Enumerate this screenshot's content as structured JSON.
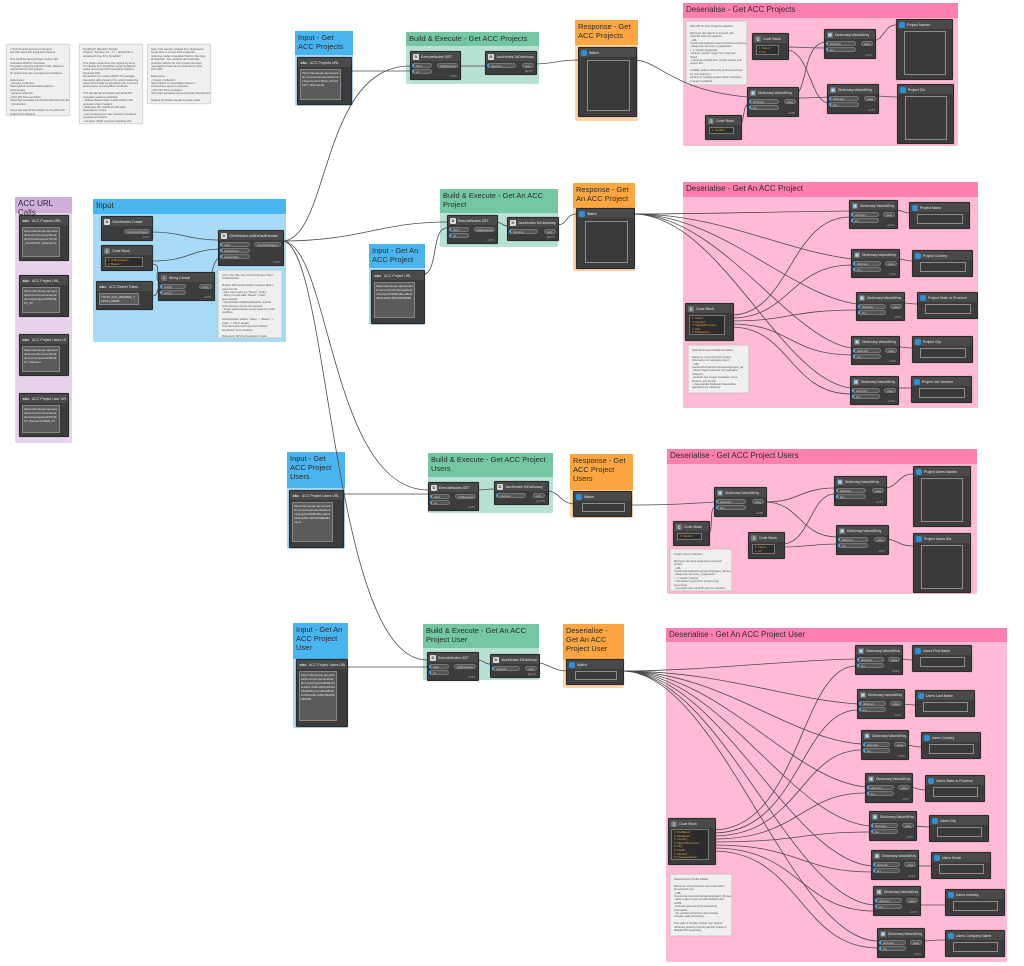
{
  "notes": {
    "intro": "// ACC Projects and Users Dynamo ...\nacc with users API Integration Sample.\n\nThis workflow demonstrates modern API (Autodesk Platform Services)\nintegration using DynaFetch nodes. Based on real-world ACC API patterns\nfor project and user management workflows.\n\nReferences:\n- Dynamo Collection: https://github.com/autodesk-platform-services/aps-\n  dynamo-collection\n- ACC API Documentation: https://aps.autodesk.com/en/docs/acc/v1/overview/\n  introduction/\n\nUsers can extend this pattern for any APS API endpoint by following\nthe same authentication and request-processing structure shown here.\nAdditional API endpoints and workflows available in the Dynamo collection.",
    "migration": "DynaFetch Migration Sample\nOriginal: \"Dynamo 2.0 - 2.7 - Upload file to Autodesk Forge from DynaWeb\"\n\nThis graph modernizes the original Dynamo 2.0 sample from DynaWeb using DynaFetch nodes and current APS (Autodesk Platform Services) APIs.\nDynaFetch is a modern REST API package that works with Dynamo 3.0+ and provides the same functionality as DynaWeb with improved performance and simplified workflows.\n\nThis sample demonstrates real-world API integration patterns including:\n- Multiple Bearer token authentication with persistent client headers\n- Multi-step API workflows with data dependency chains\n- List processing for user selection interfaces (projects and users)\n- Complex JSON response handling with parallel data extraction\n- Professional error handling patterns for production workflows",
    "note_update": "Note: This sample updated from deprecated Forge APIs to current APS endpoints, reflecting modern Autodesk Platform Services architecture. The workflow demonstrates practical patterns for ACC project and user management that can be extended to other APS APIs.\n\nReferences:\n- Dynamo Collection: https://github.com/autodesk-platform-services/aps-dynamo-collection\n- ACC API Documentation: https://aps.autodesk.com/en/docs/acc/v1/overview/introduction/\n\nOriginal DynaWeb sample by Radu Gidei - Updated for DynaFetch compatibility with modern APS APIs.",
    "auth": "ACC (The URL test not ACC) Bearer Token Authentication\n\nModern APS authentication requires Bearer token format:\n- Raw token input (no \"Bearer\" prefix)\n- String Concat adds \"Bearer \" prefix automatically\n- ClientNodes.AddDefaultHeader persists authentication across all requests\n- Single authentication setup works for entire workflow\n\nAuthentication pattern: Token -> \"Bearer \" + Token -> Client Header\nThis client-level auth approach follows DynaFetch best practices.\n\nReference: APS Authentication Guide\nhttps://aps.autodesk.com/en/docs/oauth/v2/overview/introduction/",
    "projects": "APS API for ACC Projects Collection\n\nRetrieves all projects in account with name/ID pairs for selection:\n- URL: /construction/admin/v1/accounts/{account}/projects\n- Response structure: {\"pagination\":{...},\"results\":[projects]}\n- Extract \"results\" array from response object\n- Generate parallel lists: project names and project IDs\n\nList/Map pattern efficiently processes arrays for user selection\nPerfect for building project picker interfaces in larger workflows\n\nReference: ACC API Documentation\nhttps://aps.autodesk.com/en/docs/acc/v1/overview/introduction/",
    "project_details": "Selected Project Details Extraction\n\nRetrieves comprehensive project information for selected project:\n- URL: /construction/admin/v1/projects/{project_id}\n- Direct object response (no pagination wrapper)\n- Extracts key project metadata: name, location, job number\n- Uses parallel Dictionary.ValueAtKey operations for efficiency\n\nMultiple parallel extractions demonstrate DynaFetch's ability to\nprocess complex JSON responses into structured Dynamo data",
    "project_users": "Project Users Collection\n\nRetrieves all users assigned to selected project:\n- URL: /construction/admin/v1/projects/{project_id}/users\n- Response structure: {\"pagination\":{...},\"results\":[users]}\n- List.Flatten required for proper array processing\n- Generate user name/ID pairs for selection\n\nSame pattern as projects list but with additional flatten step\nfor consistent data structure handling",
    "user_details": "Selected User Profile Details\n\nRetrieves comprehensive user information for selected user:\n- URL: /construction/admin/v1/projects/{project_id}/users/{user_id}\n- Direct object response with detailed user profile\n- Extracts personal and professional information\n- Six parallel extractions demonstrate complex data processing\n\nThis pattern handles nested user objects efficiently showing how DynaFetch scales to detailed API responses\n\nReference: ACC API Documentation\nhttps://aps.autodesk.com/en/docs/acc/v1/overview/introduction/"
  },
  "groups": {
    "acc_url_calls": {
      "title": "ACC URL Calls",
      "color": "#d2aedb"
    },
    "input": {
      "title": "Input",
      "color": "#48b4f0"
    },
    "input_get_projects": {
      "title": "Input - Get ACC Projects",
      "color": "#48b4f0"
    },
    "build_get_projects": {
      "title": "Build & Execute - Get ACC Projects",
      "color": "#73c7a3"
    },
    "response_get_projects": {
      "title": "Response - Get ACC Projects",
      "color": "#fba641"
    },
    "deser_get_projects": {
      "title": "Deserialise - Get ACC Projects",
      "color": "#fd7fb0"
    },
    "build_get_project": {
      "title": "Build & Execute - Get An ACC Project",
      "color": "#73c7a3"
    },
    "input_get_project": {
      "title": "Input - Get An ACC Project",
      "color": "#48b4f0"
    },
    "response_get_project": {
      "title": "Response - Get An ACC Project",
      "color": "#fba641"
    },
    "deser_get_project": {
      "title": "Deserialise - Get An ACC Project",
      "color": "#fd7fb0"
    },
    "input_get_users": {
      "title": "Input - Get ACC Project Users",
      "color": "#48b4f0"
    },
    "build_get_users": {
      "title": "Build & Execute - Get ACC Project Users",
      "color": "#73c7a3"
    },
    "response_get_users": {
      "title": "Response - Get ACC Project Users",
      "color": "#fba641"
    },
    "deser_get_users": {
      "title": "Deserialise - Get ACC Project Users",
      "color": "#fd7fb0"
    },
    "input_get_user": {
      "title": "Input - Get An ACC Project User",
      "color": "#48b4f0"
    },
    "build_get_user": {
      "title": "Build & Execute - Get An ACC Project User",
      "color": "#73c7a3"
    },
    "deser_watch_user": {
      "title": "Deserialise - Get An ACC Project User",
      "color": "#fba641"
    },
    "deser_get_user": {
      "title": "Deserialise - Get An ACC Project User",
      "color": "#fd7fb0"
    }
  },
  "common": {
    "auto": "AUTO",
    "port_client": "client",
    "port_url": "url",
    "port_http_response": "httpResponse",
    "port_response": "response",
    "port_var": "var[]..[]",
    "port_dictionary": "dictionary",
    "port_key": "key",
    "port_value": "value",
    "port_string0": "string0",
    "port_string1": "string1",
    "port_string": "string",
    "port_bearer_name": "headerName",
    "port_header_value": "headerValue",
    "port_http_client": "httpClientWrapper",
    "code_block": "Code Block",
    "watch": "Watch",
    "dict_value_at_key": "Dictionary.ValueAtKey",
    "execute_get": "ExecuteNodes.GET",
    "json_to_dict": "JsonNodes.ToDictionary",
    "string_concat": "String.Concat",
    "client_create": "ClientNodes.Create",
    "add_default_header": "ClientNodes.AddDefaultHeader"
  },
  "url_nodes": {
    "projects_url": {
      "name": "ACC Projects URL",
      "value": "https://developer.api.autodesk.com/construction/admin/v1/accounts/YOUR_ACCOUNT_ID/projects"
    },
    "project_url": {
      "name": "ACC Project URL",
      "value": "https://developer.api.autodesk.com/construction/admin/v1/projects/PROJECT_ID"
    },
    "project_users_url": {
      "name": "ACC Project Users URL",
      "value": "https://developer.api.autodesk.com/construction/admin/v1/projects/PROJECT_ID/users"
    },
    "project_user_url": {
      "name": "ACC Project User URL",
      "value": "https://developer.api.autodesk.com/construction/admin/v1/projects/PROJECT_ID/users/USER_ID"
    },
    "bearer_token": {
      "name": "ACC Bearer Token",
      "value": "YOUR_ACC_BEARER_TOKEN_HERE"
    },
    "in_projects_url": {
      "name": "ACC Projects URL",
      "value": "https://developer.api.autodesk.com/construction/admin/v1/accounts/YOUR_ACCOUNT_ID/projects"
    },
    "in_project_url": {
      "name": "ACC Project URL",
      "value": "https://developer.api.autodesk.com/construction/admin/v1/projects/9b8fe3da-e8e2-442b-a25d-49c3233a600b"
    },
    "in_project_users_url": {
      "name": "ACC Project Users URL",
      "value": "https://developer.api.autodesk.com/construction/admin/v1/projects/9b8fe3da-e8e2-442b-a25d-49c3233a600b/users"
    },
    "in_project_user_url": {
      "name": "ACC Project Users URL",
      "value": "https://developer.api.autodesk.com/construction/admin/v1/projects/9b8fe3da-e8e2-442b-a25d-49c3233a600b/users/4ba0f6629-c5ff-4a5b-a095-05d296db5288"
    }
  },
  "code_blocks": {
    "auth": "1 \"Authorization\";\n2 \"Bearer \";",
    "projects_keys": "1 \"name\";\n2 \"id\";",
    "projects_results": "1 \"results\";",
    "project_keys": "1 \"name\";\n2 \"country\";\n3 \"stateOrProvince\";\n4 \"city\";\n5 \"jobNumber\";",
    "users_results": "1 \"results\";",
    "users_keys": "1 \"name\";\n2 \"id\";",
    "user_keys": "1 \"firstName\";\n2 \"lastName\";\n3 \"country\";\n4 \"stateOrProvince\";\n5 \"city\";\n6 \"email\";\n7 \"industry\";\n8 \"companyName\";"
  },
  "watch_outputs": {
    "project_names": "Project Names",
    "project_ids": "Project IDs",
    "project_name": "Project Name",
    "project_country": "Project Country",
    "project_state": "Project State or Province",
    "project_city": "Project City",
    "project_job_number": "Project Job Number",
    "users_names": "Project Users Names",
    "users_ids": "Project Users IDs",
    "user_first_name": "Users First Name",
    "user_last_name": "Users Last Name",
    "user_country": "Users Country",
    "user_state": "Users State or Province",
    "user_city": "Users City",
    "user_email": "Users Email",
    "user_industry": "Users Industry",
    "user_company": "Users Company Name"
  }
}
